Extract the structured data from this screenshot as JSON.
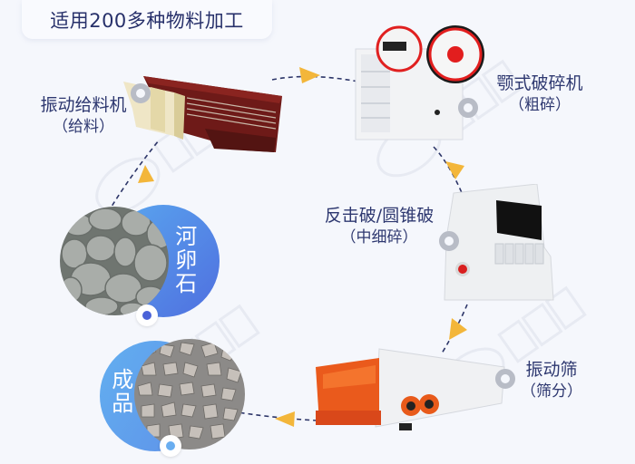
{
  "header": {
    "title": "适用200多种物料加工"
  },
  "process_flow": {
    "description": "Crushing production line flow (clockwise)",
    "steps": [
      {
        "id": "feeder",
        "name": "振动给料机",
        "role": "（给料）",
        "icon": "vibrating-feeder-image"
      },
      {
        "id": "jaw",
        "name": "颚式破碎机",
        "role": "（粗碎）",
        "icon": "jaw-crusher-image"
      },
      {
        "id": "impact",
        "name": "反击破/圆锥破",
        "role": "（中细碎）",
        "icon": "impact-crusher-image"
      },
      {
        "id": "screen",
        "name": "振动筛",
        "role": "（筛分）",
        "icon": "vibrating-screen-image"
      }
    ],
    "raw_material": {
      "label": "河卵石",
      "icon": "pebbles-image",
      "dot_color": "#4a62d8"
    },
    "product": {
      "label": "成品",
      "icon": "gravel-image",
      "dot_color": "#6aaef0"
    },
    "arrow_color": "#f3b63a",
    "dash_color": "#2c3568"
  },
  "colors": {
    "background": "#f5f7fc",
    "text": "#2e3870",
    "blue_start": "#5aa7ef",
    "blue_end": "#4f6fdf"
  }
}
